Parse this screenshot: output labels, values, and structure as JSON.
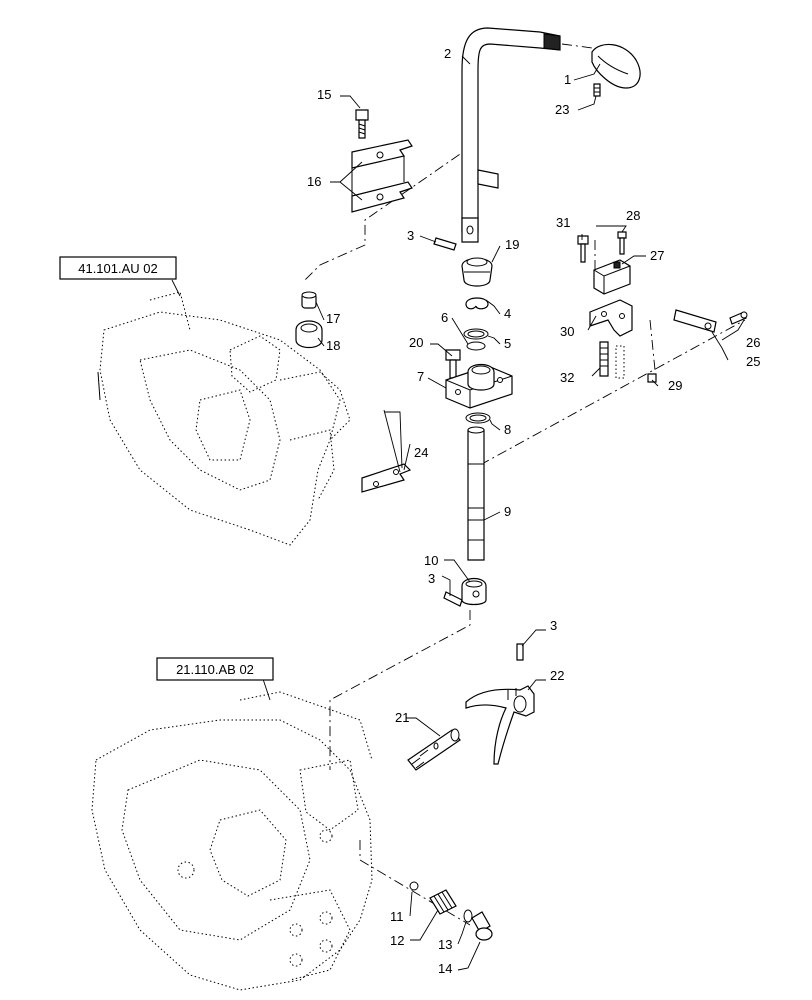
{
  "reference_boxes": [
    {
      "id": "ref-top",
      "label": "41.101.AU 02"
    },
    {
      "id": "ref-bottom",
      "label": "21.110.AB 02"
    }
  ],
  "callouts": {
    "c1": "1",
    "c2": "2",
    "c3a": "3",
    "c3b": "3",
    "c3c": "3",
    "c4": "4",
    "c5": "5",
    "c6": "6",
    "c7": "7",
    "c8": "8",
    "c9": "9",
    "c10": "10",
    "c11": "11",
    "c12": "12",
    "c13": "13",
    "c14": "14",
    "c15": "15",
    "c16": "16",
    "c17": "17",
    "c18": "18",
    "c19": "19",
    "c20": "20",
    "c21": "21",
    "c22": "22",
    "c23": "23",
    "c24": "24",
    "c25": "25",
    "c26": "26",
    "c27": "27",
    "c28": "28",
    "c29": "29",
    "c30": "30",
    "c31": "31",
    "c32": "32"
  }
}
